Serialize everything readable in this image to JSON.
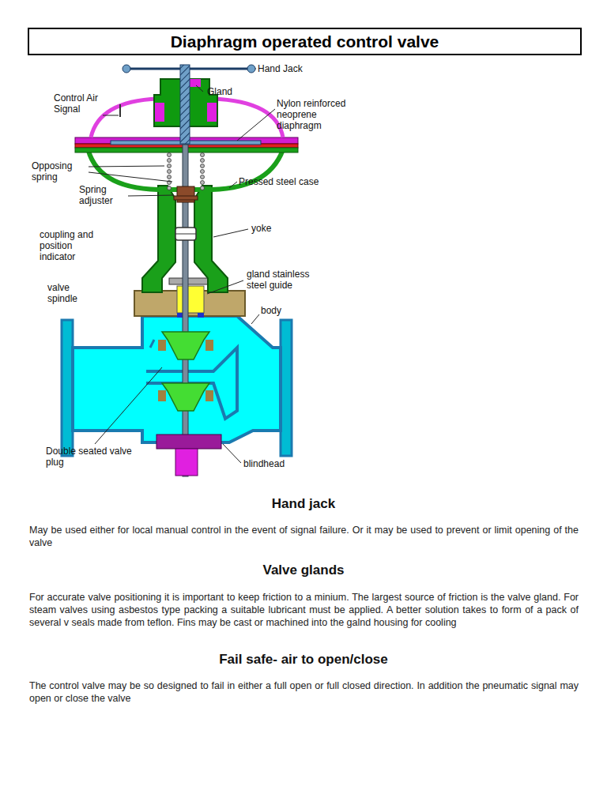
{
  "diagram": {
    "title": "Diaphragm operated control valve",
    "labels": [
      "Hand Jack",
      "Gland",
      "Control Air Signal",
      "Nylon reinforced neoprene diaphragm",
      "Opposing spring",
      "Pressed steel case",
      "Spring adjuster",
      "coupling and position indicator",
      "yoke",
      "valve spindle",
      "gland stainless steel guide",
      "body",
      "Double seated valve plug",
      "blindhead",
      "Hand jack",
      "May be used either for local manual control in the event of signal failure. Or it may be used to prevent or limit opening of the valve",
      "Valve glands",
      "For accurate valve positioning it is important to keep friction to a minium. The largest source of friction is the valve gland. For steam valves using asbestos type packing a suitable lubricant must be applied. A better solution takes to form of a pack of several v seals made from teflon. Fins may be cast or machined into the galnd housing for cooling",
      "Fail safe- air to open/close",
      "The control valve may be so designed to fail in either a full open or full closed direction. In addition the pneumatic signal may open or close the valve"
    ]
  }
}
